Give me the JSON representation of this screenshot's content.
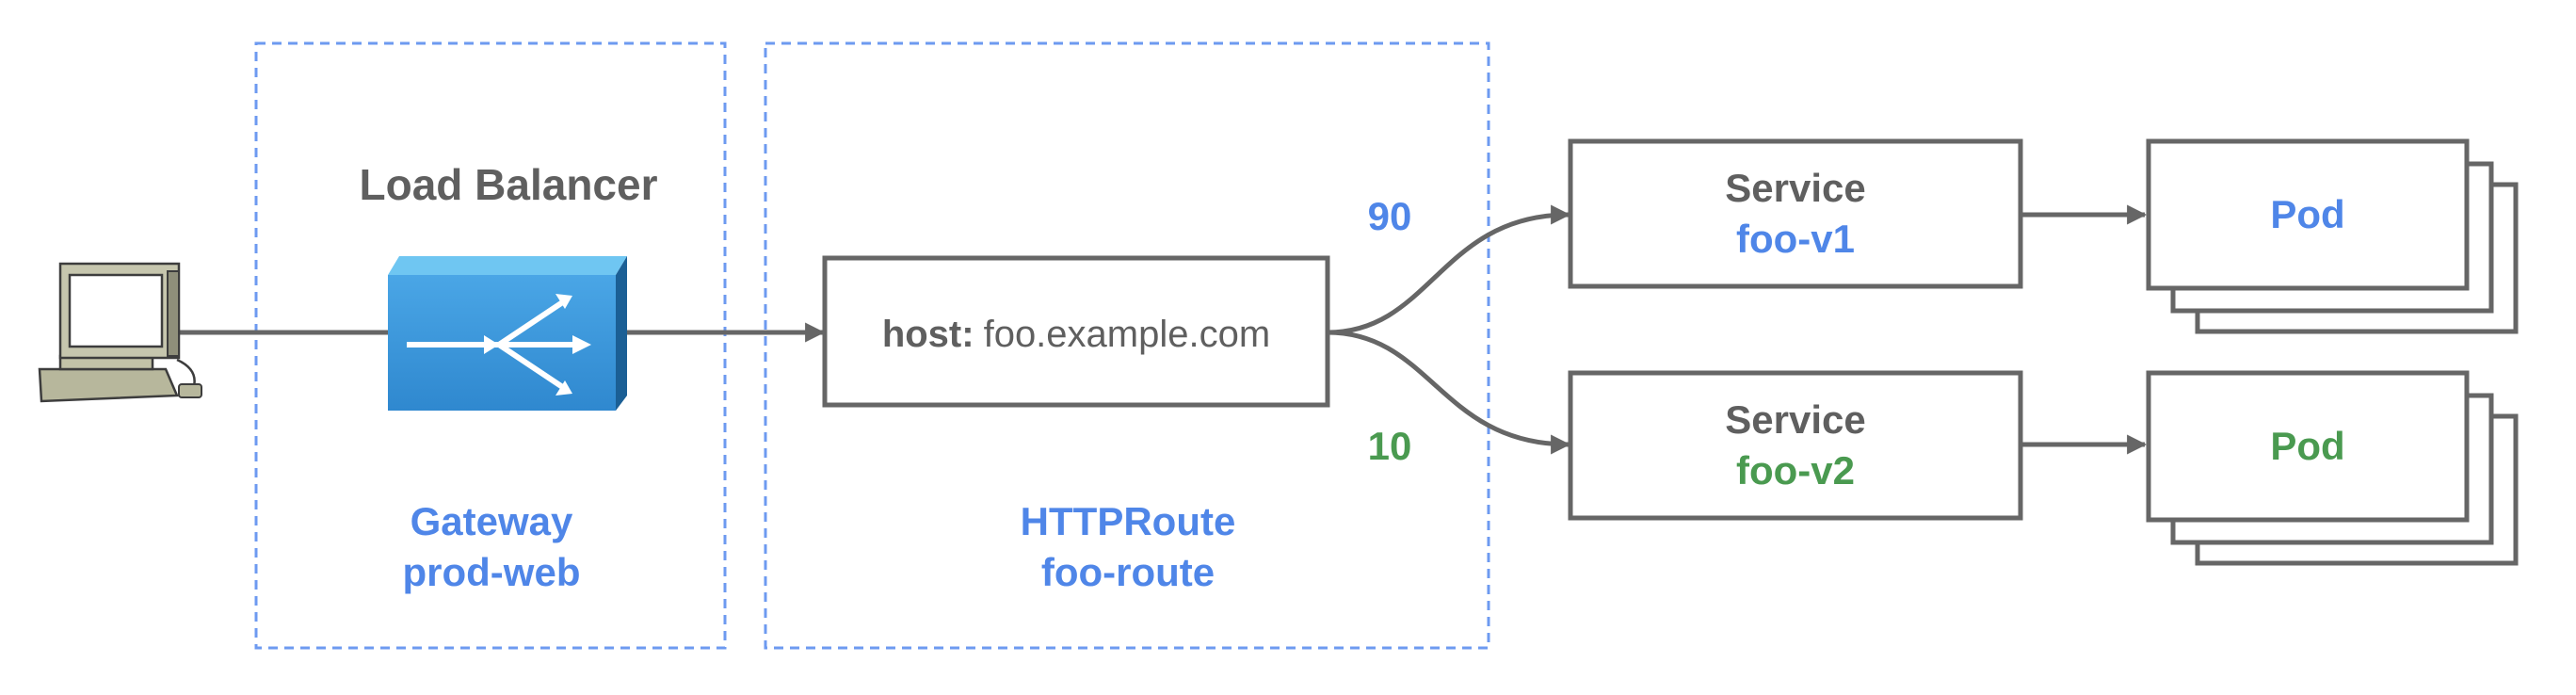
{
  "gateway_region": {
    "title": "Load Balancer",
    "label_line1": "Gateway",
    "label_line2": "prod-web"
  },
  "httproute_region": {
    "label_line1": "HTTPRoute",
    "label_line2": "foo-route"
  },
  "route_box": {
    "key": "host:",
    "value": "foo.example.com"
  },
  "weights": {
    "top": "90",
    "bottom": "10"
  },
  "services": [
    {
      "title": "Service",
      "name": "foo-v1"
    },
    {
      "title": "Service",
      "name": "foo-v2"
    }
  ],
  "pods": [
    {
      "label": "Pod"
    },
    {
      "label": "Pod"
    }
  ],
  "colors": {
    "blue": "#4f86e8",
    "green": "#4a9a50",
    "gray_text": "#5f5f5f",
    "stroke": "#666666",
    "dashed": "#6d9af0"
  },
  "icons": {
    "client": "desktop-computer-icon",
    "load_balancer": "load-balancer-icon"
  }
}
